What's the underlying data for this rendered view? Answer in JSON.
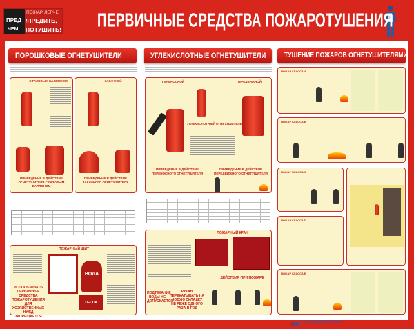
{
  "header": {
    "logo": {
      "pred": "ПРЕД",
      "chem": "ЧЕМ",
      "line1": "ПОЖАР ЛЕГЧЕ",
      "line2": "/ПРЕДИТЬ,",
      "line3": "ПОТУШИТЬ!"
    },
    "title": "ПЕРВИЧНЫЕ СРЕДСТВА ПОЖАРОТУШЕНИЯ",
    "mascot_icon": "fireman-icon"
  },
  "colors": {
    "brand_red": "#d8261d",
    "panel_bg": "#fbf3c9",
    "text_red": "#c4201a"
  },
  "sections": {
    "powder": {
      "title": "ПОРОШКОВЫЕ ОГНЕТУШИТЕЛИ",
      "panel_a_title": "С ГАЗОВЫМ БАЛЛОНОМ",
      "panel_b_title": "ЗАКАЧНОЙ",
      "action_a": "ПРИВЕДЕНИЕ В ДЕЙСТВИЕ ОГНЕТУШИТЕЛЯ С ГАЗОВЫМ БАЛЛОНОМ",
      "action_b": "ПРИВЕДЕНИЕ В ДЕЙСТВИЕ ЗАКАЧНОГО ОГНЕТУШИТЕЛЯ",
      "shield": {
        "title": "ПОЖАРНЫЙ ЩИТ",
        "water_label": "ВОДА",
        "sand_label": "ПЕСОК",
        "warning": "ИСПОЛЬЗОВАТЬ ПЕРВИЧНЫЕ СРЕДСТВА ПОЖАРОТУШЕНИЯ ДЛЯ ХОЗЯЙСТВЕННЫХ НУЖД ЗАПРЕЩАЕТСЯ"
      }
    },
    "co2": {
      "title": "УГЛЕКИСЛОТНЫЕ  ОГНЕТУШИТЕЛИ",
      "panel_a_title": "ПЕРЕНОСНОЙ",
      "panel_b_title": "ПЕРЕДВИЖНОЙ",
      "center_title": "УГЛЕКИСЛОТНЫЙ ОГНЕТУШИТЕЛЬ",
      "action_a": "ПРИВЕДЕНИЕ В ДЕЙСТВИЕ ПЕРЕНОСНОГО ОГНЕТУШИТЕЛЯ",
      "action_b": "ПРИВЕДЕНИЕ В ДЕЙСТВИЕ ПЕРЕДВИЖНОГО ОГНЕТУШИТЕЛЯ",
      "hydrant": {
        "title": "ПОЖАРНЫЙ КРАН",
        "actions_title": "ДЕЙСТВИЯ ПРИ ПОЖАРЕ",
        "no_leak": "ПОДТЕКАНИЕ ВОДЫ НЕ ДОПУСКАЕТСЯ",
        "hose_note": "РУКАВ ПЕРЕКАТЫВАТЬ НА НОВУЮ СКЛАДКУ НЕ РЕЖЕ ОДНОГО РАЗА В ГОД"
      }
    },
    "usage": {
      "title": "ТУШЕНИЕ ПОЖАРОВ ОГНЕТУШИТЕЛЯМИ",
      "classes": [
        "ПОЖАР КЛАССА А",
        "ПОЖАР КЛАССА В",
        "ПОЖАР КЛАССА С",
        "ПОЖАР КЛАССА D",
        "ПОЖАР КЛАССА Е"
      ]
    }
  },
  "footer": {
    "company": "ООО «ПБ-РЕГИОН»"
  }
}
